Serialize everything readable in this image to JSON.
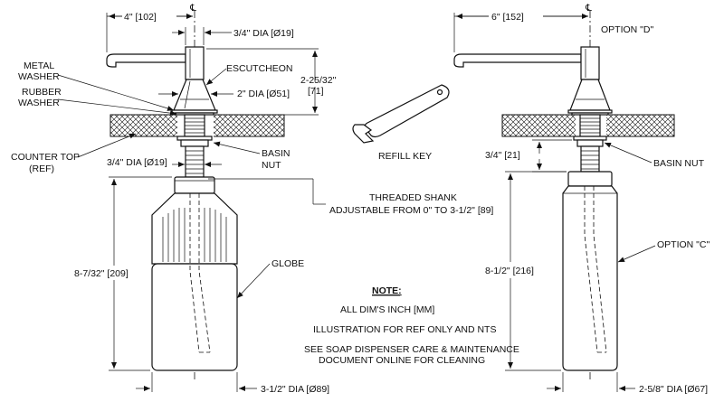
{
  "left_view": {
    "dims": {
      "spout_reach": "4\" [102]",
      "head_dia": "3/4\" DIA [Ø19]",
      "escutcheon_dia": "2\" DIA [Ø51]",
      "escutcheon_height_line1": "2-25/32\"",
      "escutcheon_height_line2": "[71]",
      "shank_dia": "3/4\" DIA [Ø19]",
      "bottle_height": "8-7/32\" [209]",
      "globe_dia": "3-1/2\" DIA [Ø89]"
    },
    "labels": {
      "metal_washer_line1": "METAL",
      "metal_washer_line2": "WASHER",
      "rubber_washer_line1": "RUBBER",
      "rubber_washer_line2": "WASHER",
      "escutcheon": "ESCUTCHEON",
      "counter_top_line1": "COUNTER TOP",
      "counter_top_line2": "(REF)",
      "basin_nut_line1": "BASIN",
      "basin_nut_line2": "NUT",
      "globe": "GLOBE"
    }
  },
  "center": {
    "refill_key": "REFILL KEY",
    "shank_line1": "THREADED SHANK",
    "shank_line2": "ADJUSTABLE FROM 0\" TO 3-1/2\" [89]"
  },
  "note": {
    "title": "NOTE:",
    "line1": "ALL DIM'S INCH [MM]",
    "line2": "ILLUSTRATION FOR REF ONLY AND NTS",
    "line3": "SEE SOAP DISPENSER CARE & MAINTENANCE",
    "line4": "DOCUMENT ONLINE FOR CLEANING"
  },
  "right_view": {
    "dims": {
      "spout_reach": "6\" [152]",
      "nut_gap": "3/4\" [21]",
      "bottle_height": "8-1/2\" [216]",
      "bottle_dia": "2-5/8\" DIA [Ø67]"
    },
    "labels": {
      "option_d": "OPTION \"D\"",
      "basin_nut": "BASIN NUT",
      "option_c": "OPTION \"C\""
    }
  },
  "centerline_symbol": "℄"
}
